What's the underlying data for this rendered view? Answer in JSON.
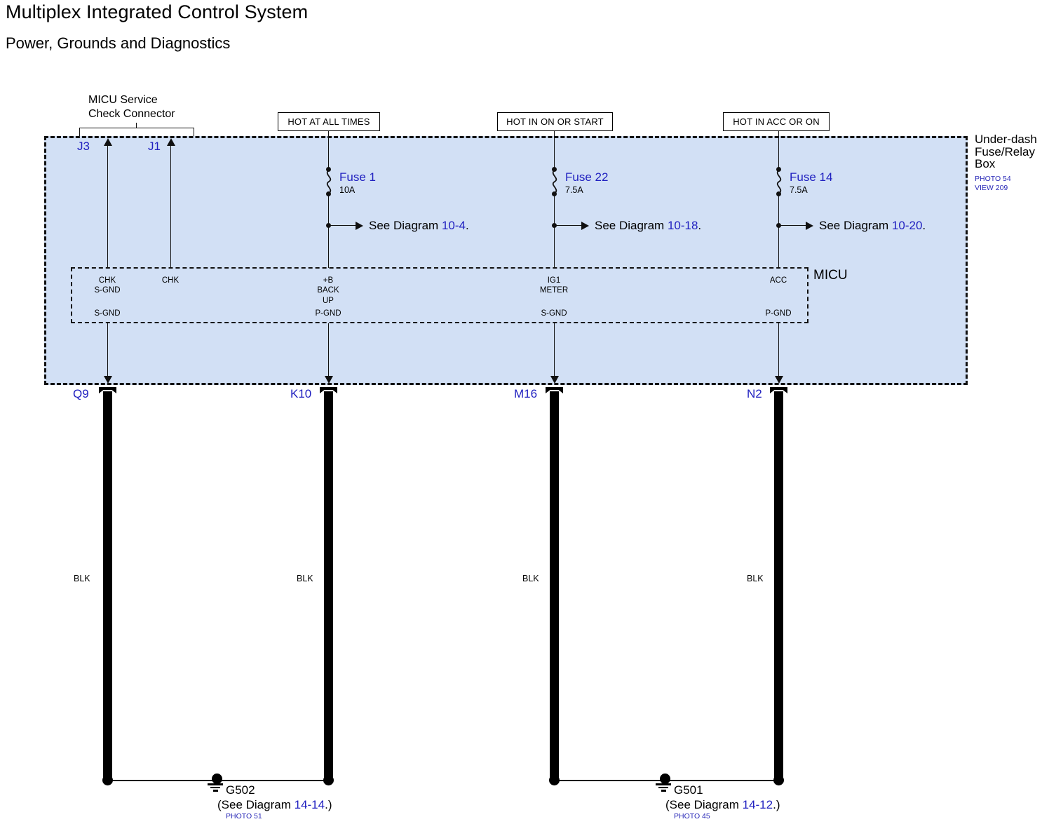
{
  "header": {
    "title": "Multiplex Integrated Control System",
    "subtitle": "Power, Grounds and Diagnostics"
  },
  "enclosure": {
    "name": "Under-dash\nFuse/Relay\nBox",
    "photo": "PHOTO 54\nVIEW 209",
    "fill_color": "#d2e0f5"
  },
  "service_connector": {
    "label": "MICU Service\nCheck Connector",
    "terminals": [
      {
        "id": "J3"
      },
      {
        "id": "J1"
      }
    ]
  },
  "supply_boxes": [
    {
      "label": "HOT AT ALL TIMES"
    },
    {
      "label": "HOT IN ON OR START"
    },
    {
      "label": "HOT IN ACC OR ON"
    }
  ],
  "fuses": [
    {
      "name": "Fuse 1",
      "rating": "10A",
      "see": "See Diagram ",
      "ref": "10-4",
      "dot": "."
    },
    {
      "name": "Fuse 22",
      "rating": "7.5A",
      "see": "See Diagram ",
      "ref": "10-18",
      "dot": "."
    },
    {
      "name": "Fuse 14",
      "rating": "7.5A",
      "see": "See Diagram ",
      "ref": "10-20",
      "dot": "."
    }
  ],
  "micu": {
    "label": "MICU",
    "top_pins": [
      {
        "name": "CHK\nS-GND"
      },
      {
        "name": "CHK"
      },
      {
        "name": "+B\nBACK\nUP"
      },
      {
        "name": "IG1\nMETER"
      },
      {
        "name": "ACC"
      }
    ],
    "bottom_pins": [
      {
        "name": "S-GND"
      },
      {
        "name": "P-GND"
      },
      {
        "name": "S-GND"
      },
      {
        "name": "P-GND"
      }
    ]
  },
  "connector_pins": [
    {
      "id": "Q9"
    },
    {
      "id": "K10"
    },
    {
      "id": "M16"
    },
    {
      "id": "N2"
    }
  ],
  "wires": [
    {
      "color_code": "BLK"
    },
    {
      "color_code": "BLK"
    },
    {
      "color_code": "BLK"
    },
    {
      "color_code": "BLK"
    }
  ],
  "grounds": [
    {
      "id": "G502",
      "see": "(See Diagram ",
      "ref": "14-14",
      "tail": ".)",
      "photo": "PHOTO 51"
    },
    {
      "id": "G501",
      "see": "(See Diagram ",
      "ref": "14-12",
      "tail": ".)",
      "photo": "PHOTO 45"
    }
  ],
  "colors": {
    "link_blue": "#2020c0",
    "box_fill": "#d2e0f5",
    "wire_black": "#000000"
  }
}
